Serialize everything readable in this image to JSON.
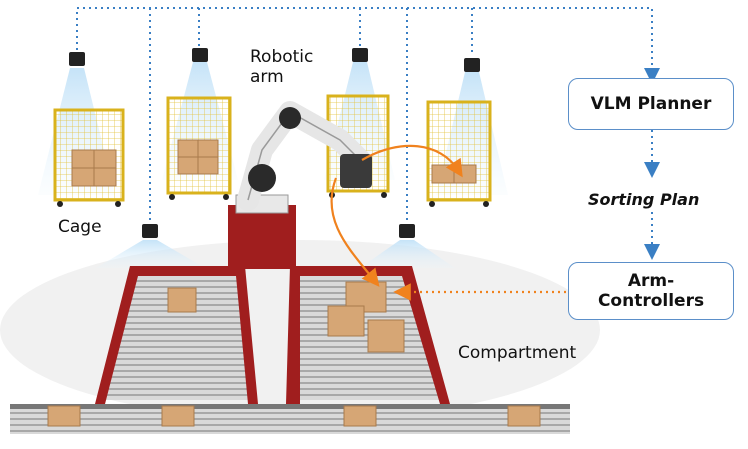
{
  "labels": {
    "robotic_arm": "Robotic arm",
    "cage": "Cage",
    "compartment": "Compartment"
  },
  "flow": {
    "planner": "VLM Planner",
    "plan": "Sorting Plan",
    "controllers": "Arm-Controllers"
  },
  "colors": {
    "dotted_line": "#3a7fc4",
    "orange_line": "#f0821e",
    "box_border": "#5b8fc9",
    "cage_yellow": "#e9c21a",
    "frame_red": "#a01e1e",
    "box_brown": "#d6a675"
  }
}
